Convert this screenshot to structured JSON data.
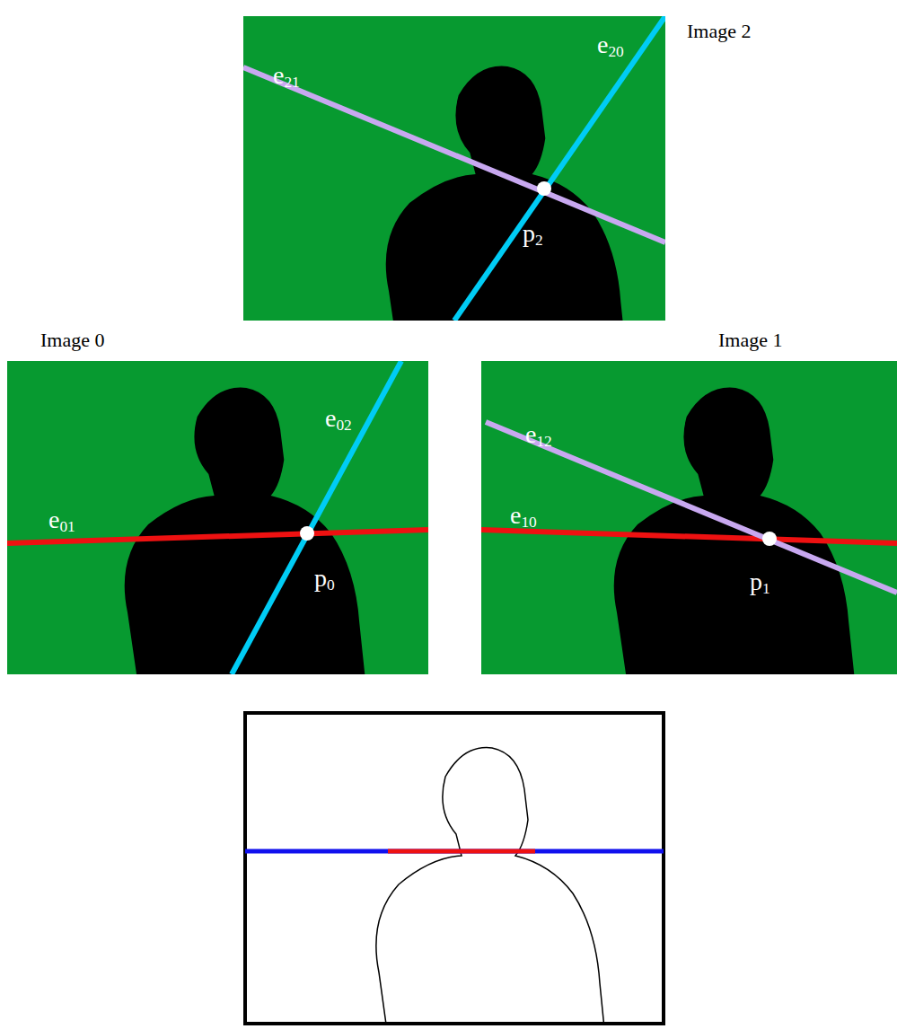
{
  "diagram": {
    "labels": [
      "Image 2",
      "e21",
      "e20",
      "p2",
      "Image 0",
      "e02",
      "e01",
      "p0",
      "Image 1",
      "e12",
      "e10",
      "p1"
    ]
  }
}
